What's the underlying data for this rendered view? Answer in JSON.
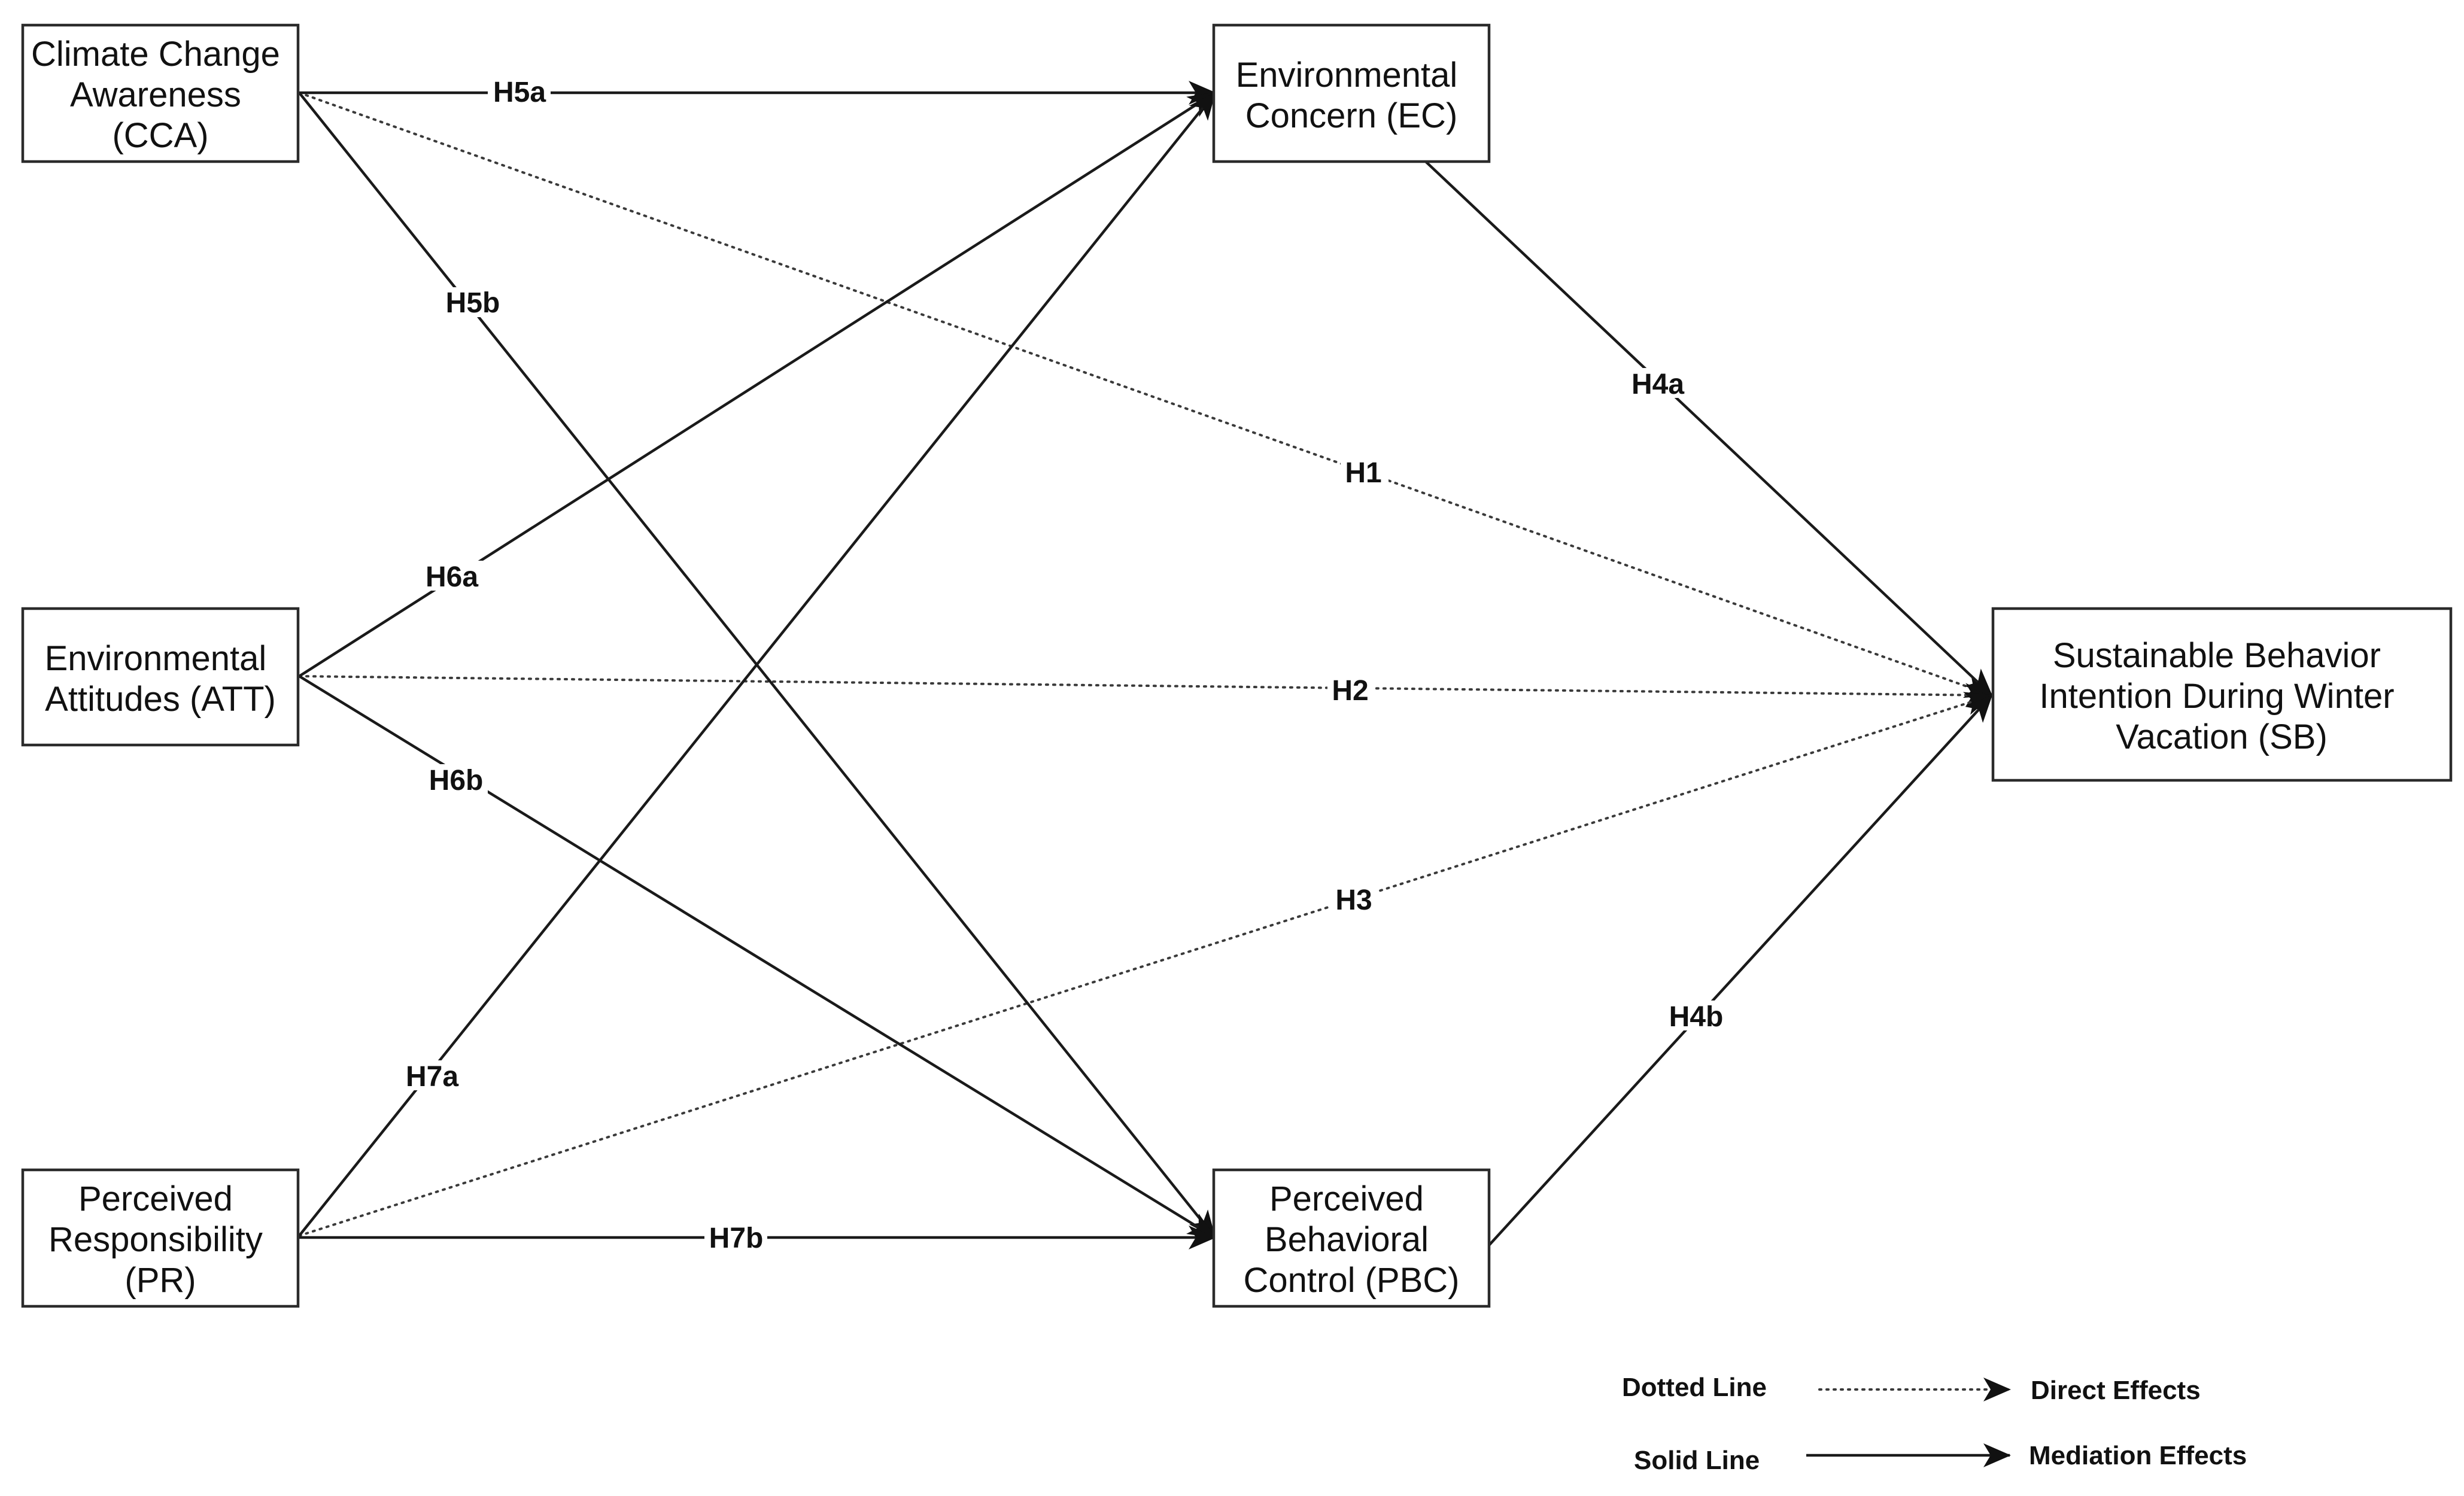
{
  "nodes": {
    "cca": {
      "lines": [
        "Climate Change",
        "Awareness",
        "(CCA)"
      ]
    },
    "att": {
      "lines": [
        "Environmental",
        "Attitudes (ATT)"
      ]
    },
    "pr": {
      "lines": [
        "Perceived",
        "Responsibility",
        "(PR)"
      ]
    },
    "ec": {
      "lines": [
        "Environmental",
        "Concern (EC)"
      ]
    },
    "pbc": {
      "lines": [
        "Perceived",
        "Behavioral",
        "Control (PBC)"
      ]
    },
    "sb": {
      "lines": [
        "Sustainable Behavior",
        "Intention During Winter",
        "Vacation (SB)"
      ]
    }
  },
  "edges": {
    "h5a": {
      "label": "H5a",
      "from": "cca",
      "to": "ec",
      "style": "solid"
    },
    "h5b": {
      "label": "H5b",
      "from": "cca",
      "to": "pbc",
      "style": "solid"
    },
    "h1": {
      "label": "H1",
      "from": "cca",
      "to": "sb",
      "style": "dotted"
    },
    "h6a": {
      "label": "H6a",
      "from": "att",
      "to": "ec",
      "style": "solid"
    },
    "h6b": {
      "label": "H6b",
      "from": "att",
      "to": "pbc",
      "style": "solid"
    },
    "h2": {
      "label": "H2",
      "from": "att",
      "to": "sb",
      "style": "dotted"
    },
    "h7a": {
      "label": "H7a",
      "from": "pr",
      "to": "ec",
      "style": "solid"
    },
    "h7b": {
      "label": "H7b",
      "from": "pr",
      "to": "pbc",
      "style": "solid"
    },
    "h3": {
      "label": "H3",
      "from": "pr",
      "to": "sb",
      "style": "dotted"
    },
    "h4a": {
      "label": "H4a",
      "from": "ec",
      "to": "sb",
      "style": "solid"
    },
    "h4b": {
      "label": "H4b",
      "from": "pbc",
      "to": "sb",
      "style": "solid"
    }
  },
  "legend": {
    "dotted": {
      "line_label": "Dotted Line",
      "meaning": "Direct Effects"
    },
    "solid": {
      "line_label": "Solid Line",
      "meaning": "Mediation Effects"
    }
  }
}
